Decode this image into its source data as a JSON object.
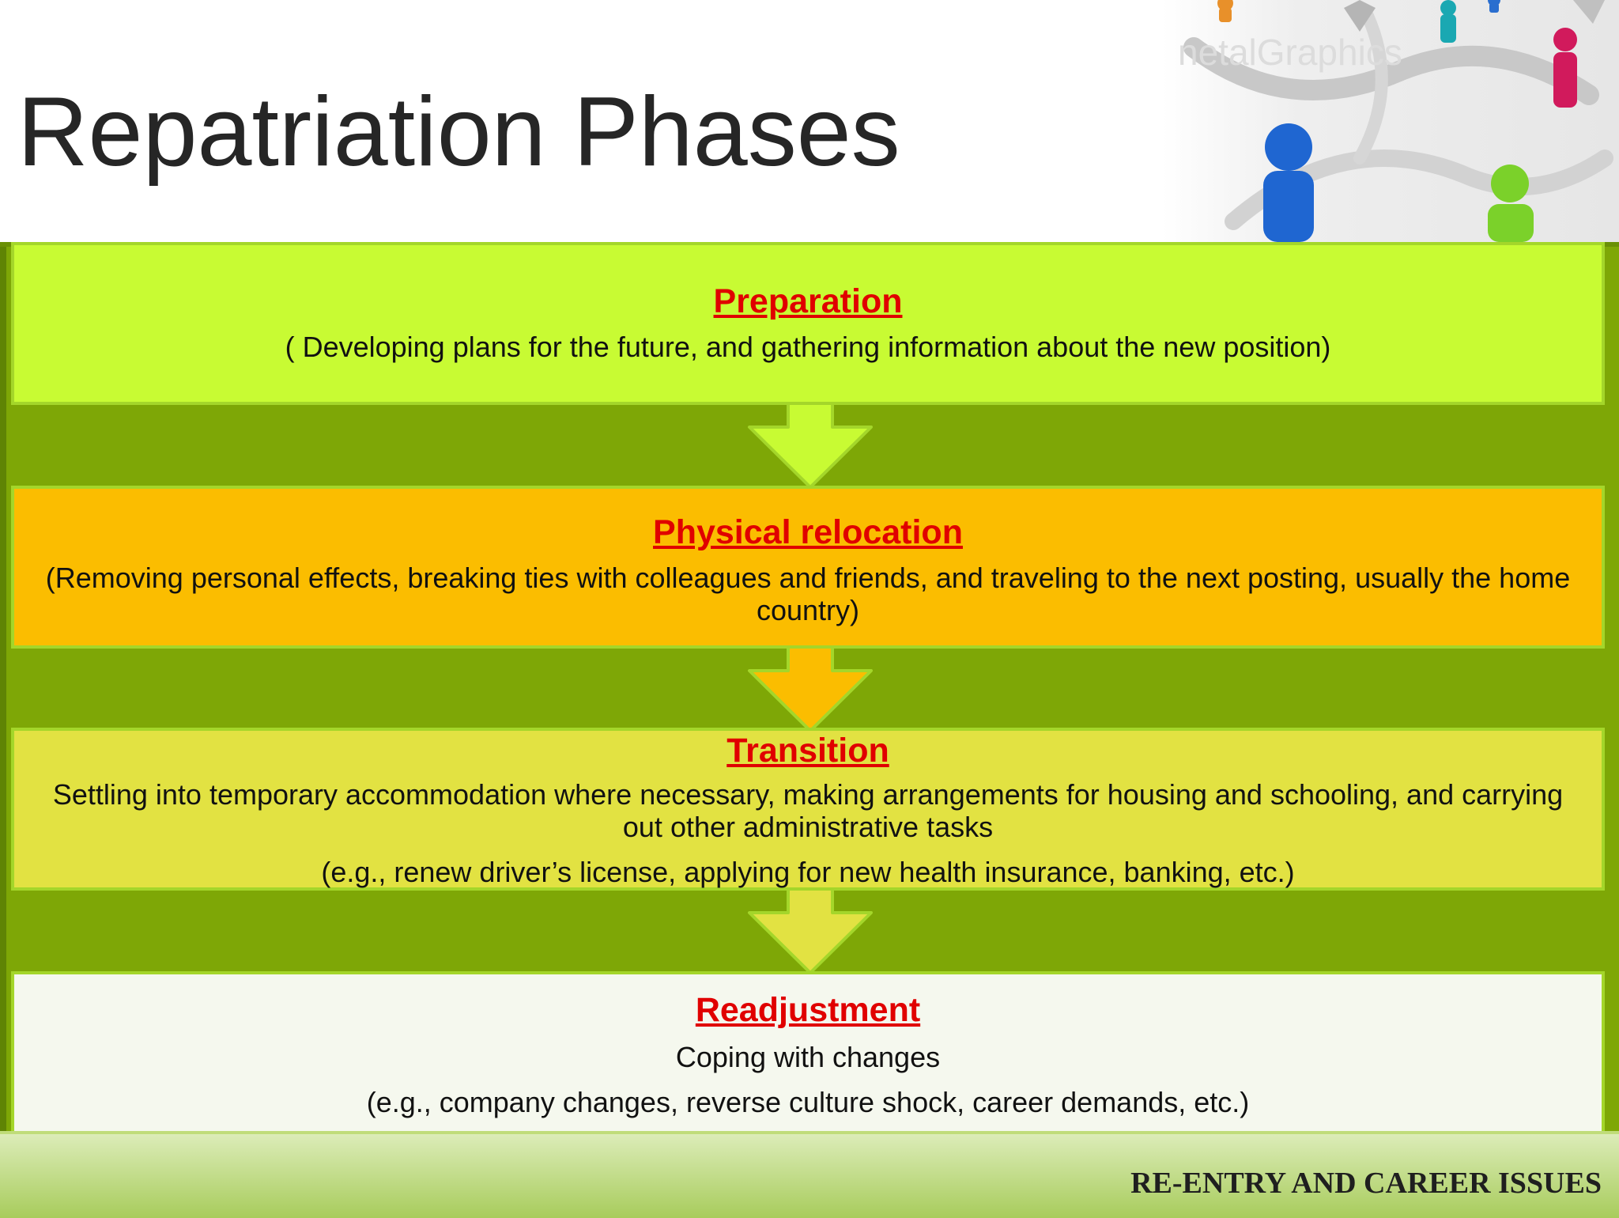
{
  "slide": {
    "title": "Repatriation Phases",
    "footer": "RE-ENTRY AND CAREER ISSUES"
  },
  "phases": [
    {
      "title": "Preparation",
      "lines": [
        "( Developing plans for the future, and gathering information about the new position)"
      ],
      "color": "#c8fb33"
    },
    {
      "title": "Physical relocation",
      "lines": [
        "(Removing personal effects, breaking ties with colleagues and friends, and traveling to the next posting, usually the home country)"
      ],
      "color": "#fbbd00"
    },
    {
      "title": "Transition",
      "lines": [
        "Settling into temporary accommodation where necessary, making arrangements for housing and schooling, and carrying out other administrative tasks",
        "(e.g., renew driver’s license, applying for new health insurance, banking, etc.)"
      ],
      "color": "#e2e242"
    },
    {
      "title": "Readjustment",
      "lines": [
        "Coping with changes",
        "(e.g., company changes, reverse culture shock, career demands, etc.)"
      ],
      "color": "#f5f8ee"
    }
  ],
  "colors": {
    "panel": "#7ea706",
    "title_red": "#e00000",
    "box_border": "#a4d62a"
  }
}
